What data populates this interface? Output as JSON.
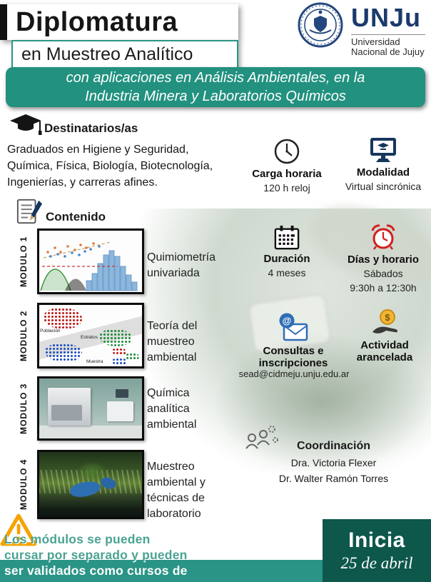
{
  "header": {
    "title": "Diplomatura",
    "subtitle": "en Muestreo Analítico",
    "banner_line1": "con aplicaciones en Análisis Ambientales, en la",
    "banner_line2": "Industria Minera y Laboratorios Químicos",
    "logo": {
      "acronym": "UNJu",
      "name_line1": "Universidad",
      "name_line2": "Nacional de Jujuy"
    }
  },
  "destinatarios": {
    "heading": "Destinatarios/as",
    "text": "Graduados en Higiene y Seguridad, Química, Física, Biología, Biotecnología, Ingenierías, y carreras afines."
  },
  "contenido": {
    "heading": "Contenido",
    "modules": [
      {
        "label": "MODULO 1",
        "title": "Quimiometría univariada"
      },
      {
        "label": "MODULO 2",
        "title": "Teoría del muestreo ambiental"
      },
      {
        "label": "MODULO 3",
        "title": "Química analítica ambiental"
      },
      {
        "label": "MODULO 4",
        "title": "Muestreo ambiental y técnicas de laboratorio"
      }
    ],
    "module2_labels": {
      "poblacion": "Población",
      "estratos": "Estratos",
      "muestra": "Muestra"
    }
  },
  "info": {
    "carga": {
      "heading": "Carga horaria",
      "value": "120 h reloj"
    },
    "modalidad": {
      "heading": "Modalidad",
      "value": "Virtual sincrónica"
    },
    "duracion": {
      "heading": "Duración",
      "value": "4 meses"
    },
    "dias": {
      "heading": "Días y horario",
      "value_line1": "Sábados",
      "value_line2": "9:30h a 12:30h"
    },
    "consultas": {
      "heading": "Consultas e inscripciones",
      "email": "sead@cidmeju.unju.edu.ar"
    },
    "arancel": {
      "heading": "Actividad arancelada"
    },
    "coordinacion": {
      "heading": "Coordinación",
      "names": [
        "Dra. Victoria Flexer",
        "Dr. Walter Ramón Torres"
      ]
    }
  },
  "footer": {
    "note_line1": "Los módulos se pueden",
    "note_line2": "cursar por separado y pueden",
    "note_line3": "ser validados como cursos de",
    "inicia_label": "Inicia",
    "inicia_date": "25 de abril"
  },
  "icons": {
    "at_glyph": "@",
    "dollar_glyph": "$"
  },
  "colors": {
    "teal": "#2a9486",
    "teal_dark": "#0d574b",
    "navy": "#1c3a6b",
    "red": "#d21f1f",
    "blue": "#2f6db5",
    "yellow": "#f2b632",
    "orange": "#f5a300"
  }
}
